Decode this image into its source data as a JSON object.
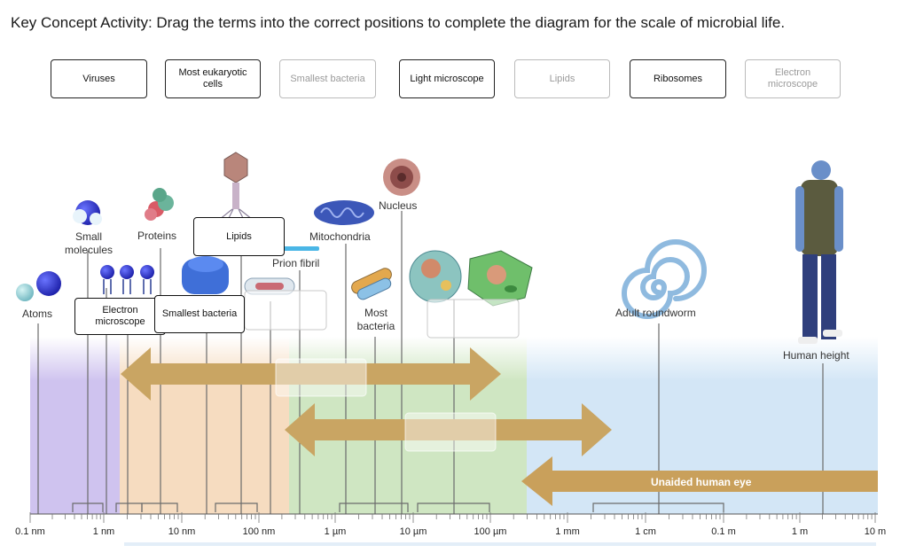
{
  "instructions": "Key Concept Activity: Drag the terms into the correct positions to complete the diagram for the scale of microbial life.",
  "term_bank": [
    {
      "label": "Viruses",
      "used": false
    },
    {
      "label": "Most eukaryotic cells",
      "used": false
    },
    {
      "label": "Smallest bacteria",
      "used": true
    },
    {
      "label": "Light microscope",
      "used": false
    },
    {
      "label": "Lipids",
      "used": true
    },
    {
      "label": "Ribosomes",
      "used": false
    },
    {
      "label": "Electron microscope",
      "used": true
    }
  ],
  "placed_terms": {
    "lipids": "Lipids",
    "electron_microscope": "Electron microscope",
    "smallest_bacteria": "Smallest bacteria"
  },
  "diagram_labels": {
    "atoms": "Atoms",
    "small_molecules": "Small molecules",
    "proteins": "Proteins",
    "prion_fibril": "Prion fibril",
    "mitochondria": "Mitochondria",
    "nucleus": "Nucleus",
    "most_bacteria": "Most bacteria",
    "adult_roundworm": "Adult roundworm",
    "human_height": "Human height",
    "unaided_eye": "Unaided human eye"
  },
  "scale_ticks": [
    "0.1 nm",
    "1 nm",
    "10 nm",
    "100 nm",
    "1 µm",
    "10 µm",
    "100 µm",
    "1 mm",
    "1 cm",
    "0.1 m",
    "1 m",
    "10 m"
  ],
  "colors": {
    "arrow": "#c9a563",
    "arrow_eye": "#c9a05b",
    "band_purple": "#cfc3ef",
    "band_orange": "#f6dcc0",
    "band_green": "#cfe6c2",
    "band_blue": "#d3e6f6",
    "term_border": "#222222",
    "term_used_border": "#bbbbbb"
  }
}
